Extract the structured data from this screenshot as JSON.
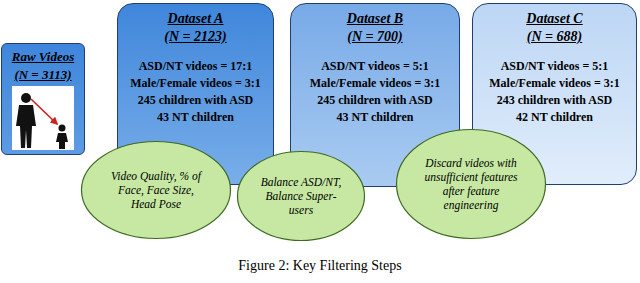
{
  "diagram": {
    "caption": "Figure 2: Key Filtering Steps",
    "nodes": [
      {
        "text": [
          "Raw Videos",
          "(N = 3113)"
        ]
      },
      {
        "text": [
          "Dataset A",
          "(N = 2123)",
          "ASD/NT videos = 17:1",
          "Male/Female videos = 3:1",
          "245 children with ASD",
          "43 NT children"
        ]
      },
      {
        "text": [
          "Dataset B",
          "(N = 700)",
          "ASD/NT videos = 5:1",
          "Male/Female videos = 3:1",
          "245 children with ASD",
          "43 NT children"
        ]
      },
      {
        "text": [
          "Dataset C",
          "(N = 688)",
          "ASD/NT videos = 5:1",
          "Male/Female videos = 3:1",
          "243 children with ASD",
          "42 NT children"
        ]
      },
      {
        "text": [
          "Video Quality, % of Face, Face Size, Head Pose"
        ]
      },
      {
        "text": [
          "Balance ASD/NT, Balance Super-users"
        ]
      },
      {
        "text": [
          "Discard videos with unsufficient features after feature engineering"
        ]
      }
    ]
  }
}
